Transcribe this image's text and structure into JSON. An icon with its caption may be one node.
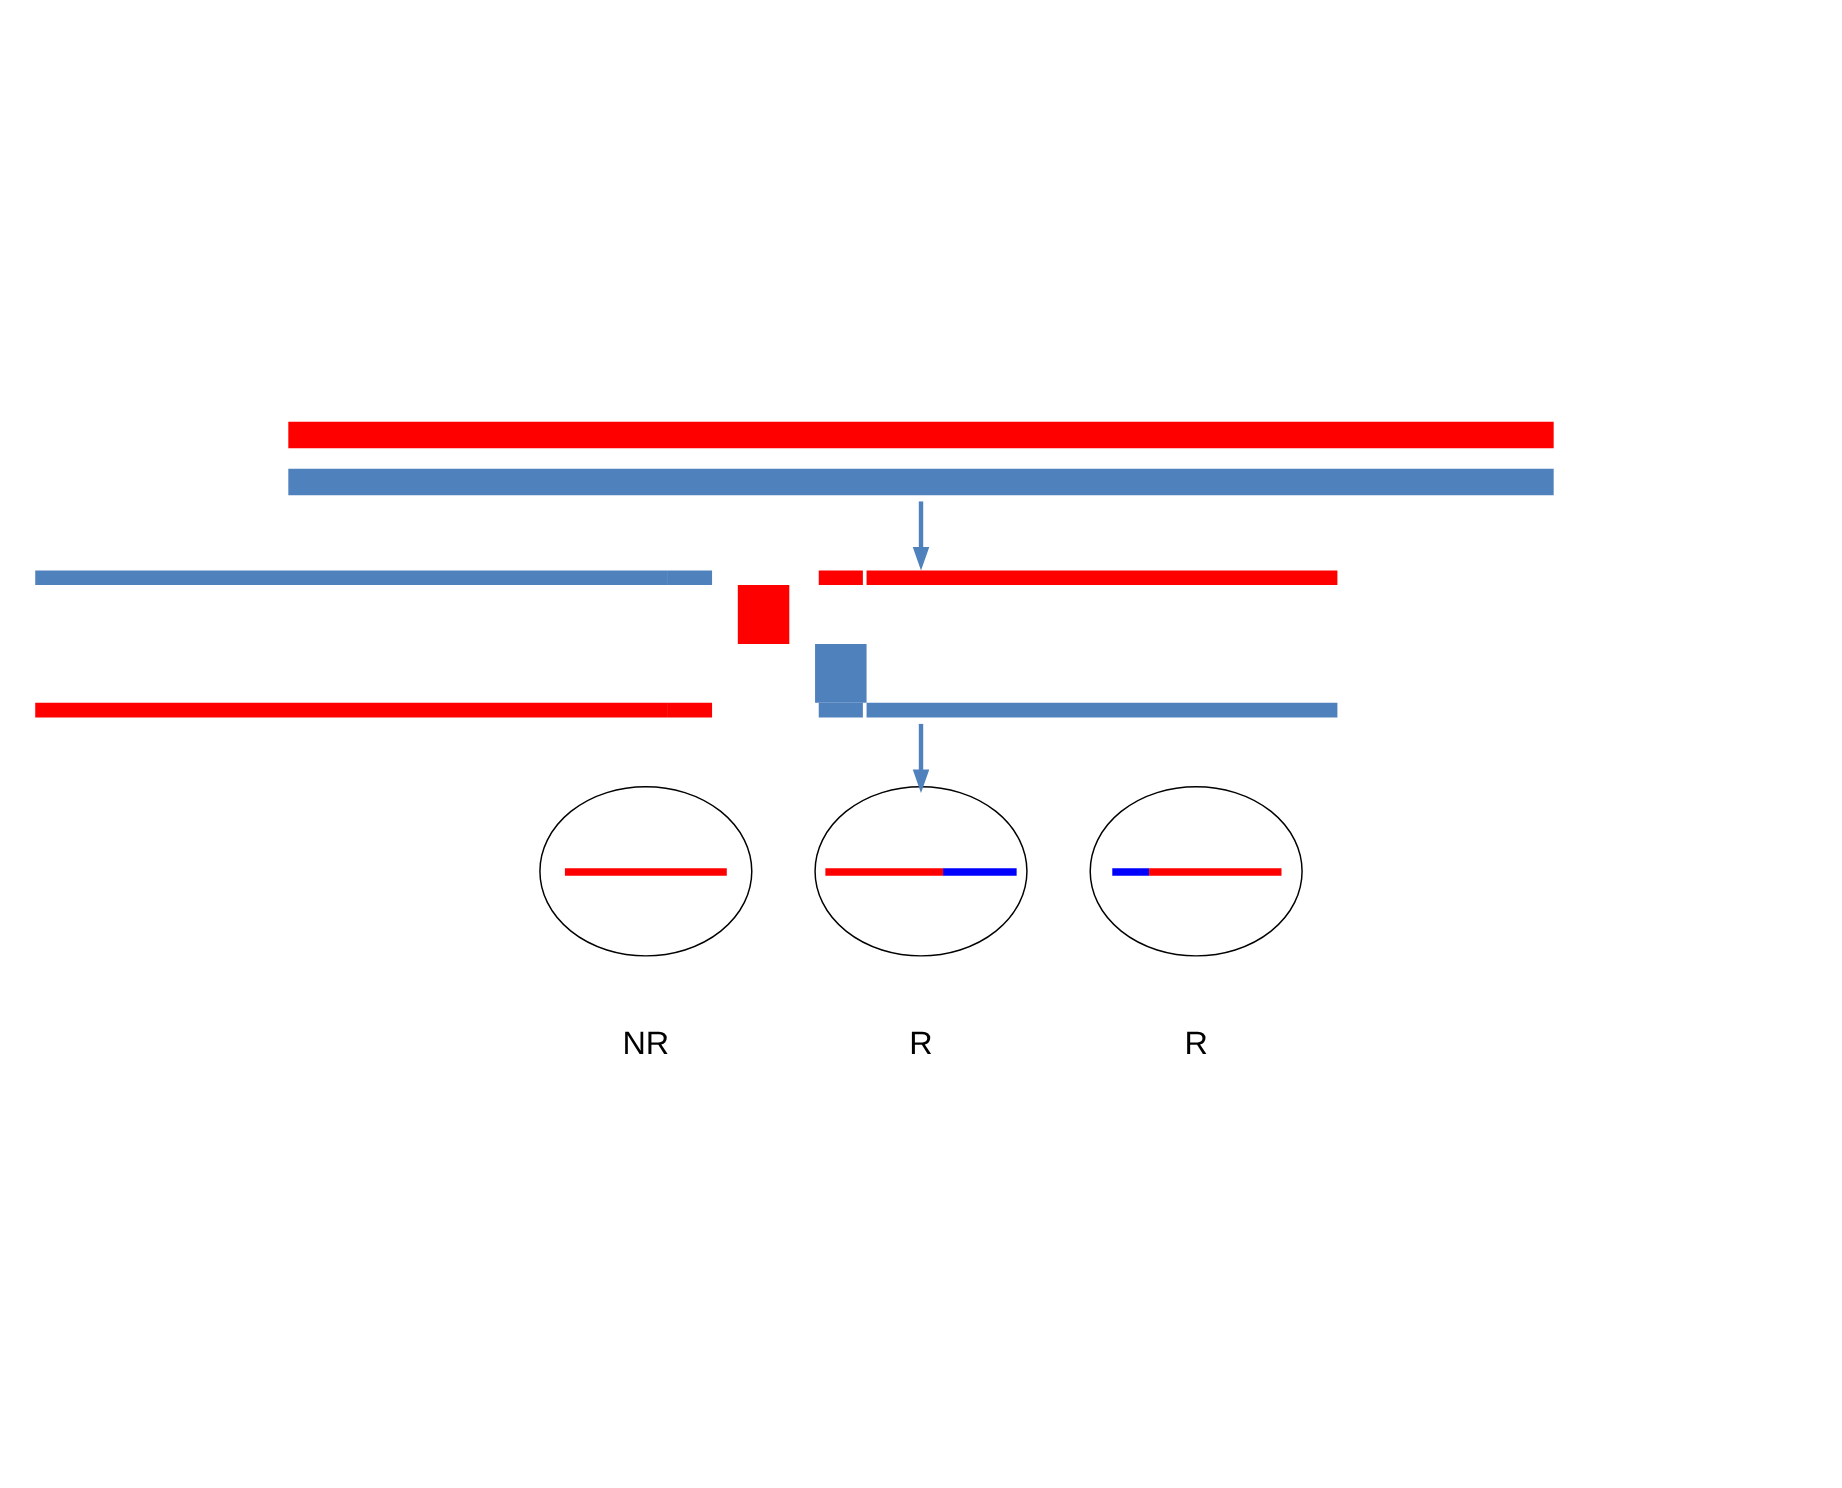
{
  "diagram": {
    "nodes": [
      {
        "text": [],
        "shape": "bar"
      },
      {
        "text": [],
        "shape": "picture"
      },
      {
        "text": [],
        "shape": "circle",
        "beside": [
          "NR"
        ]
      },
      {
        "text": [],
        "shape": "circle",
        "beside": [
          "R"
        ]
      },
      {
        "text": [],
        "shape": "circle",
        "beside": [
          "R"
        ]
      }
    ],
    "edges": [
      {
        "from": 0,
        "to": 1,
        "arrow": "to"
      },
      {
        "from": 1,
        "to": 3,
        "arrow": "to"
      }
    ]
  }
}
